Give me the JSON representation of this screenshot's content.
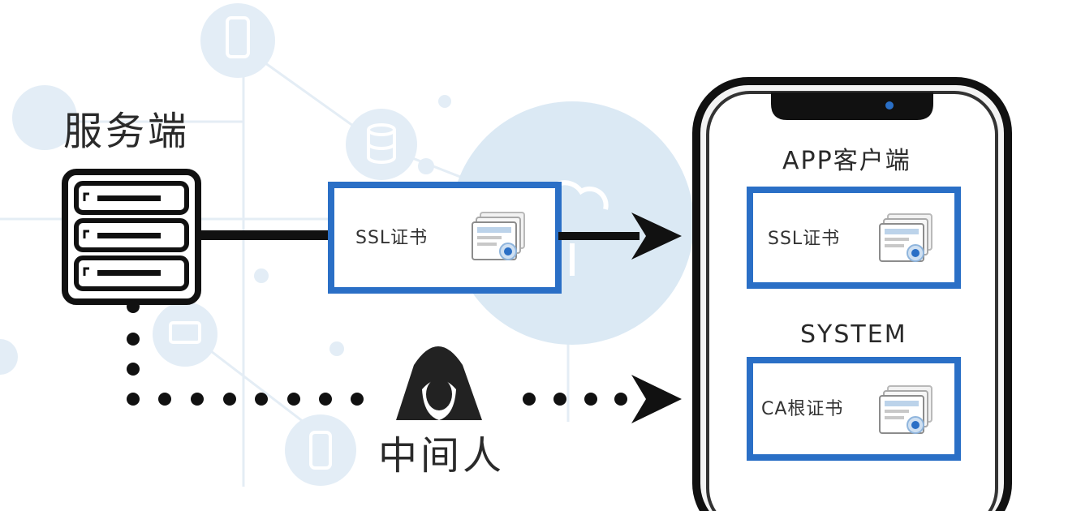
{
  "labels": {
    "server": "服务端",
    "mitm": "中间人",
    "app_client": "APP客户端",
    "system": "SYSTEM"
  },
  "certs": {
    "transit": "SSL证书",
    "app": "SSL证书",
    "system": "CA根证书"
  },
  "colors": {
    "cert_border": "#2a6fc6",
    "stroke": "#111111",
    "background_bubble": "#dbe9f4"
  },
  "icons": [
    "server-icon",
    "hacker-icon",
    "smartphone-icon",
    "certificate-icon",
    "cloud-icon",
    "database-icon",
    "laptop-icon",
    "mobile-icon"
  ]
}
